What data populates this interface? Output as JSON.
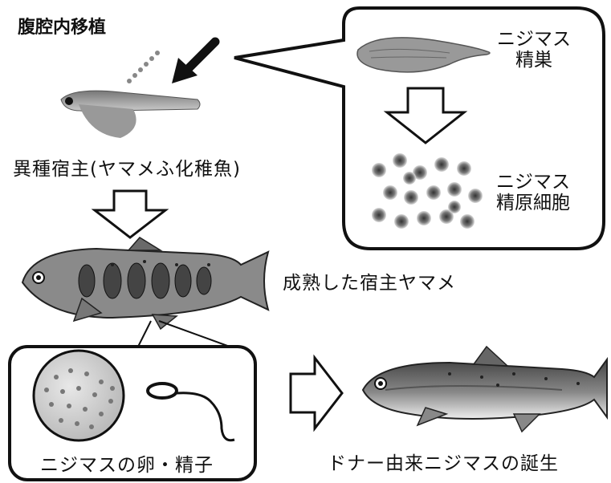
{
  "labels": {
    "transplant": "腹腔内移植",
    "host": "異種宿主(ヤマメふ化稚魚)",
    "testis_line1": "ニジマス",
    "testis_line2": "精巣",
    "spermatogonia_line1": "ニジマス",
    "spermatogonia_line2": "精原細胞",
    "mature_host": "成熟した宿主ヤマメ",
    "gametes": "ニジマスの卵・精子",
    "birth": "ドナー由来ニジマスの誕生"
  },
  "icons": [
    "injection-arrow-icon",
    "hatchling-fish-icon",
    "testis-icon",
    "down-arrow-icon",
    "cell-cluster-icon",
    "masu-salmon-icon",
    "egg-icon",
    "sperm-icon",
    "right-arrow-icon",
    "rainbow-trout-icon"
  ]
}
